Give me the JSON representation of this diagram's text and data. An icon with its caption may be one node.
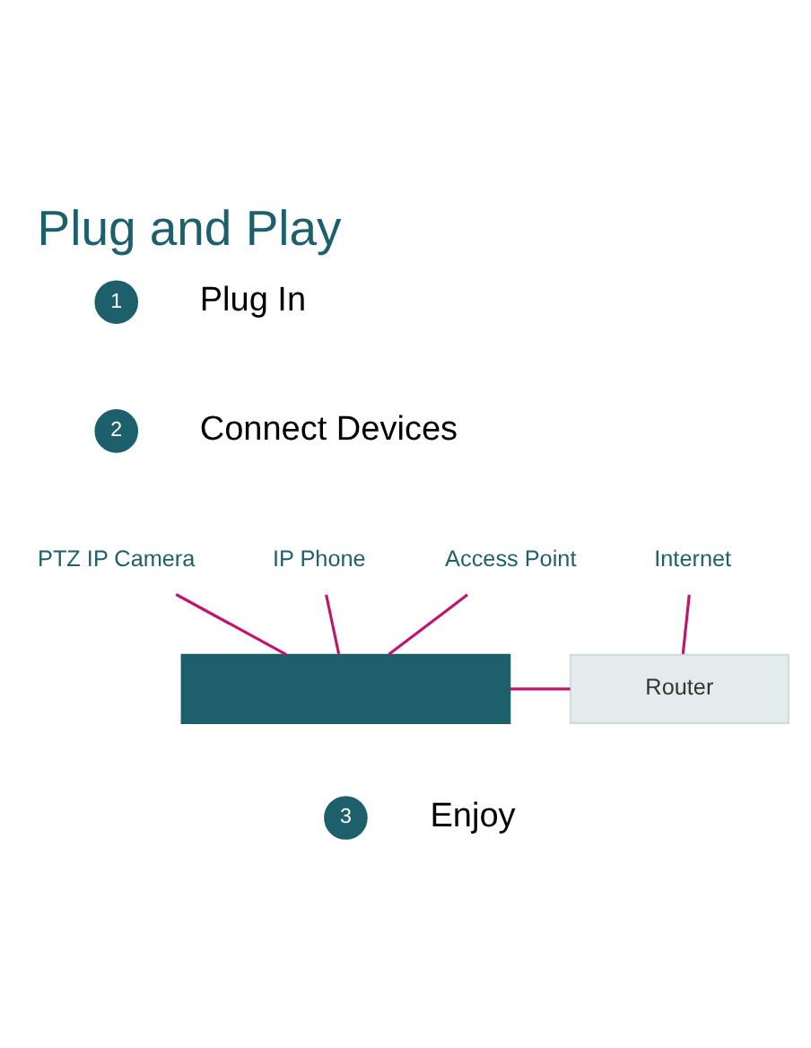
{
  "diagram": {
    "title": "Plug and Play",
    "nodes": [
      {
        "text": [
          "PTZ IP Camera"
        ]
      },
      {
        "text": [
          "IP Phone"
        ]
      },
      {
        "text": [
          "Access Point"
        ]
      },
      {
        "text": [
          "Internet"
        ]
      },
      {
        "text": [],
        "shape": "box"
      },
      {
        "text": [
          "Router"
        ]
      }
    ],
    "edges": [
      {
        "from": 0,
        "to": 4,
        "arrow": "none"
      },
      {
        "from": 1,
        "to": 4,
        "arrow": "none"
      },
      {
        "from": 2,
        "to": 4,
        "arrow": "none"
      },
      {
        "from": 4,
        "to": 5,
        "arrow": "none"
      },
      {
        "from": 3,
        "to": 5,
        "arrow": "none"
      }
    ],
    "labels": [
      "1",
      "Plug In",
      "2",
      "Connect Devices",
      "3",
      "Enjoy"
    ]
  }
}
